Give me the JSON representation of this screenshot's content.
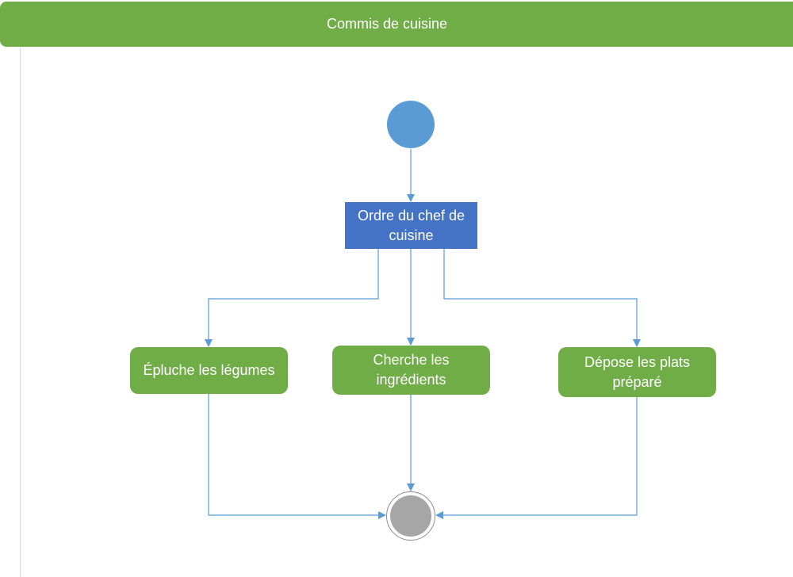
{
  "swimlane": {
    "title": "Commis de cuisine"
  },
  "colors": {
    "lane_header": "#70ad47",
    "action": "#70ad47",
    "decision": "#4472c4",
    "start": "#5b9bd5",
    "end": "#a6a6a6",
    "edge": "#5b9bd5"
  },
  "nodes": {
    "decision": "Ordre du chef de cuisine",
    "actions": [
      "Épluche les légumes",
      "Cherche les ingrédients",
      "Dépose les plats préparé"
    ]
  }
}
